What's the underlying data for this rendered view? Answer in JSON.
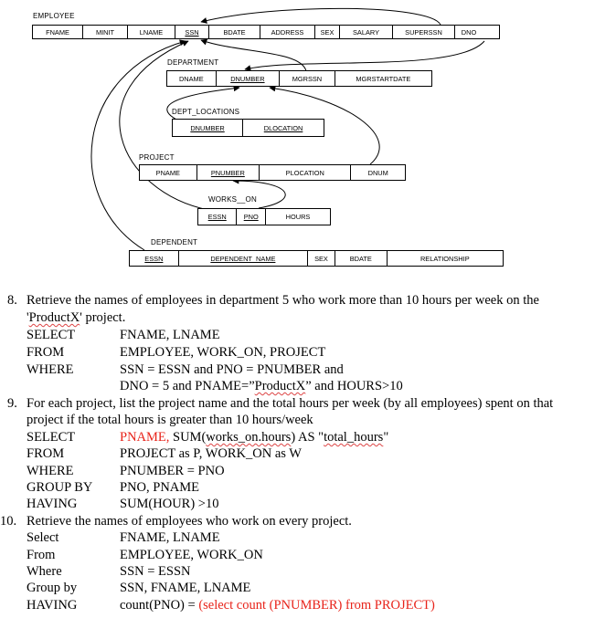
{
  "schema": {
    "employee": {
      "name": "EMPLOYEE",
      "columns": [
        "FNAME",
        "MINIT",
        "LNAME",
        "SSN",
        "BDATE",
        "ADDRESS",
        "SEX",
        "SALARY",
        "SUPERSSN",
        "DNO"
      ]
    },
    "department": {
      "name": "DEPARTMENT",
      "columns": [
        "DNAME",
        "DNUMBER",
        "MGRSSN",
        "MGRSTARTDATE"
      ]
    },
    "dept_locations": {
      "name": "DEPT_LOCATIONS",
      "columns": [
        "DNUMBER",
        "DLOCATION"
      ]
    },
    "project": {
      "name": "PROJECT",
      "columns": [
        "PNAME",
        "PNUMBER",
        "PLOCATION",
        "DNUM"
      ]
    },
    "works_on": {
      "name": "WORKS__ON",
      "columns": [
        "ESSN",
        "PNO",
        "HOURS"
      ]
    },
    "dependent": {
      "name": "DEPENDENT",
      "columns": [
        "ESSN",
        "DEPENDENT_NAME",
        "SEX",
        "BDATE",
        "RELATIONSHIP"
      ]
    }
  },
  "questions": [
    {
      "number": "8.",
      "text_line1": "Retrieve the names of employees in department 5 who work more than 10 hours per week on the",
      "text_line2_a": "'",
      "text_line2_b": "ProductX",
      "text_line2_c": "' project.",
      "select_kw": "SELECT",
      "select_val": "FNAME, LNAME",
      "from_kw": "FROM",
      "from_val": "EMPLOYEE, WORK_ON, PROJECT",
      "where_kw": "WHERE",
      "where_val1": "SSN = ESSN and PNO = PNUMBER and",
      "where_val2_a": "DNO = 5 and PNAME=”",
      "where_val2_b": "ProductX",
      "where_val2_c": "” and HOURS>10"
    },
    {
      "number": "9.",
      "text_line1": "For each project, list the project name and the total hours per week (by all employees) spent on that",
      "text_line2": "project if the total hours is greater than 10 hours/week",
      "select_kw": "SELECT",
      "select_val_red": "PNAME,",
      "select_val_a": " SUM(",
      "select_val_b": "works_on.hours",
      "select_val_c": ") AS \"",
      "select_val_d": "total_hours",
      "select_val_e": "\"",
      "from_kw": "FROM",
      "from_val": "PROJECT as P, WORK_ON as W",
      "where_kw": "WHERE",
      "where_val": "PNUMBER = PNO",
      "groupby_kw": "GROUP BY",
      "groupby_val": "PNO, PNAME",
      "having_kw": "HAVING",
      "having_val": "SUM(HOUR) >10"
    },
    {
      "number": "10.",
      "text_line1": "Retrieve the names of employees who work on every project.",
      "select_kw": "Select",
      "select_val": "FNAME, LNAME",
      "from_kw": "From",
      "from_val": "EMPLOYEE, WORK_ON",
      "where_kw": "Where",
      "where_val": "SSN = ESSN",
      "groupby_kw": "Group by",
      "groupby_val": "SSN, FNAME, LNAME",
      "having_kw": "HAVING",
      "having_val": "count(PNO) = ",
      "having_val_red": "(select count (PNUMBER) from PROJECT)"
    }
  ]
}
